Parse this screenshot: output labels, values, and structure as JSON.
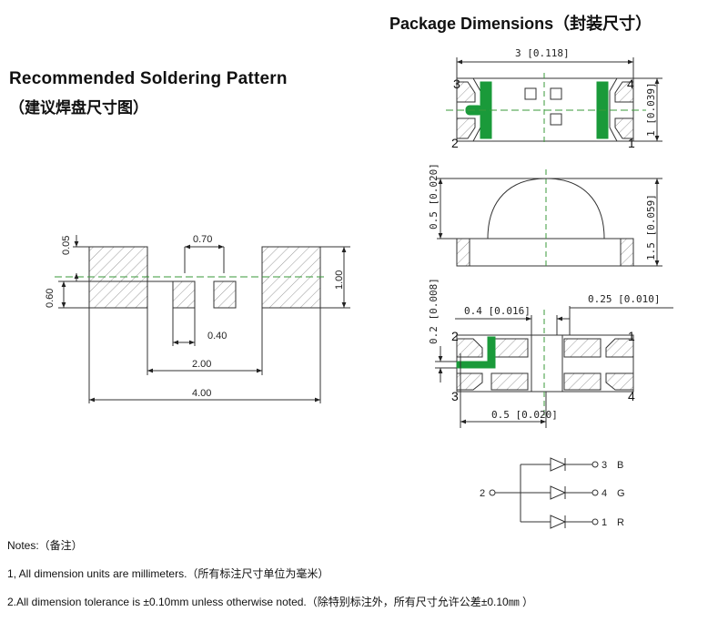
{
  "soldering": {
    "title": "Recommended Soldering Pattern",
    "title_cn": "（建议焊盘尺寸图）",
    "dims": {
      "top_gap": "0.05",
      "pad_height": "0.60",
      "center_width": "0.70",
      "total_height": "1.00",
      "center_pad_gap": "0.40",
      "inner_span": "2.00",
      "total_width": "4.00"
    }
  },
  "package": {
    "title": "Package Dimensions（封装尺寸）",
    "top_view": {
      "width": "3 [0.118]",
      "height": "1 [0.039]",
      "pins": [
        "3",
        "4",
        "2",
        "1"
      ]
    },
    "side_view": {
      "dome_height": "0.5 [0.020]",
      "total_height": "1.5 [0.059]"
    },
    "bottom_view": {
      "left_height": "0.2 [0.008]",
      "dim_a": "0.4 [0.016]",
      "dim_b": "0.25 [0.010]",
      "dim_c": "0.5 [0.020]",
      "pins": [
        "2",
        "1",
        "3",
        "4"
      ]
    },
    "circuit": {
      "common_pin": "2",
      "outputs": [
        {
          "pin": "3",
          "color": "B"
        },
        {
          "pin": "4",
          "color": "G"
        },
        {
          "pin": "1",
          "color": "R"
        }
      ]
    }
  },
  "notes": {
    "header": "Notes:（备注）",
    "line1": "1, All dimension units are millimeters.（所有标注尺寸单位为毫米）",
    "line2": "2.All dimension tolerance is ±0.10mm unless otherwise noted.（除特别标注外，所有尺寸允许公差±0.10㎜ ）"
  },
  "colors": {
    "pad_green": "#1a9a3a",
    "line": "#222222",
    "centerline": "#3a9a3a"
  }
}
